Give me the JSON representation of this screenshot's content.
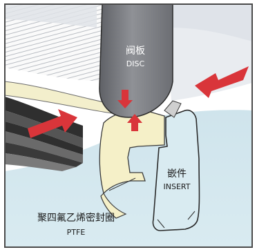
{
  "labels": {
    "disc_cn": "阀板",
    "disc_en": "DISC",
    "insert_cn": "嵌件",
    "insert_en": "INSERT",
    "ptfe_cn": "聚四氟乙烯密封圈",
    "ptfe_en": "PTFE"
  },
  "colors": {
    "frame": "#4a4a4a",
    "background_upper": "#eef1f5",
    "body_blue": "#d6e8ee",
    "disc_gray": "#7d7f84",
    "ptfe_cream": "#f5f0c8",
    "arrow_red": "#d9353a",
    "stripe_dark": "#3a3a3a"
  }
}
